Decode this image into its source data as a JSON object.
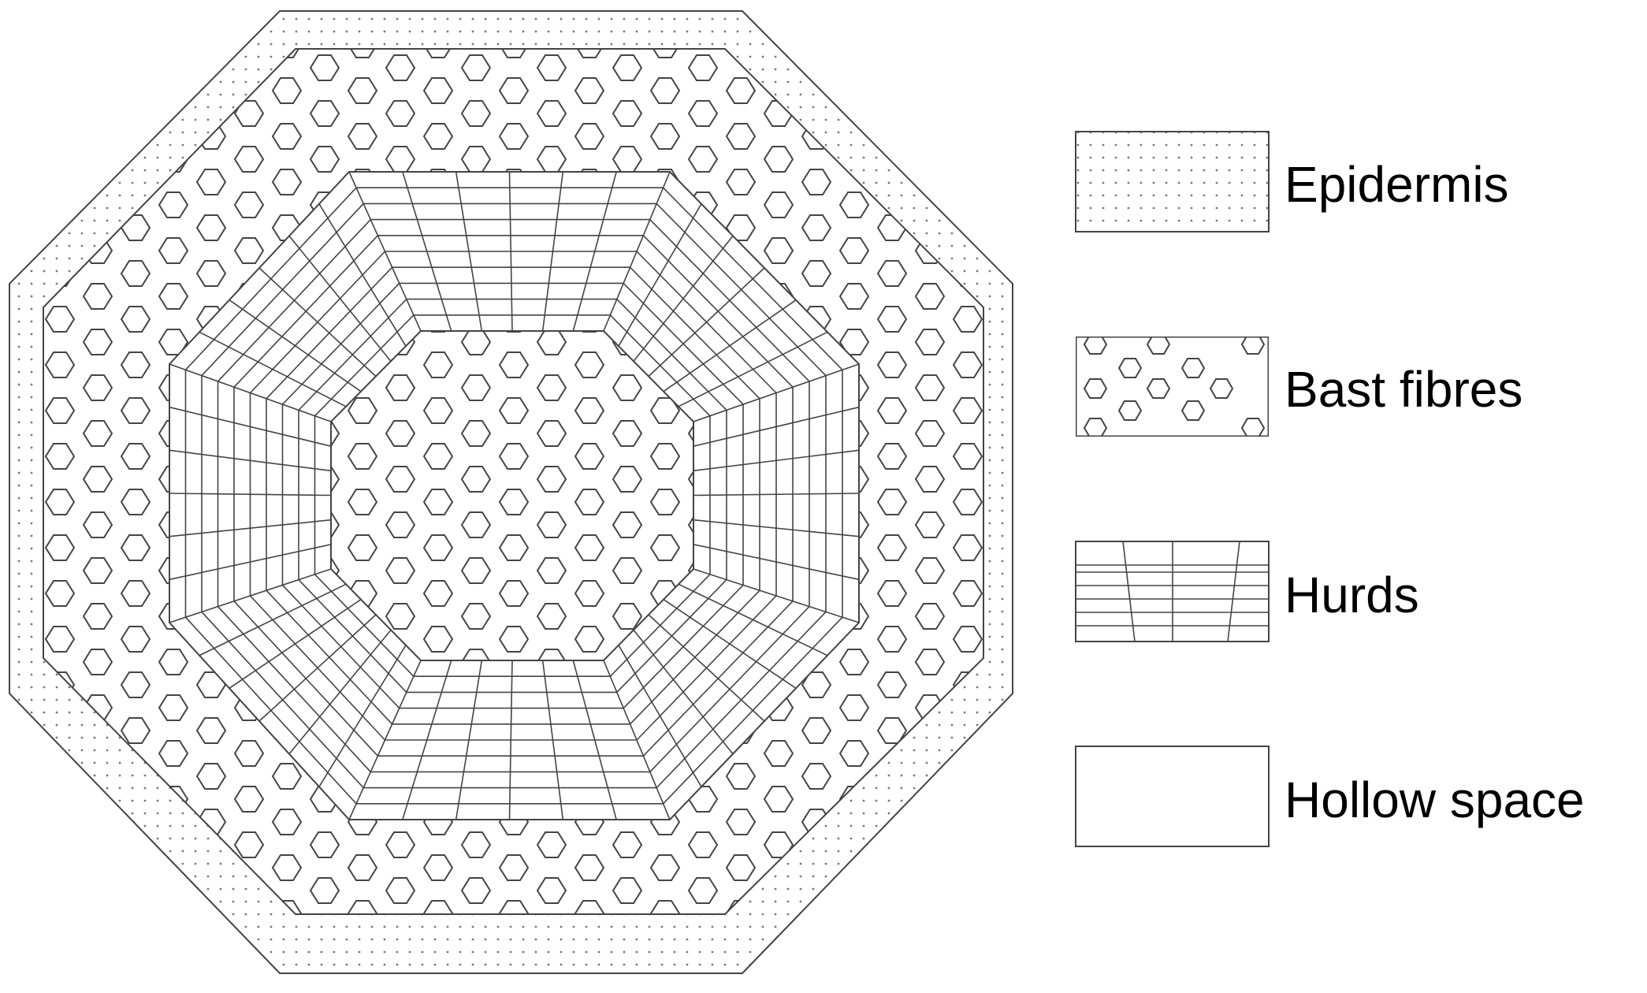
{
  "colors": {
    "line": "#444444",
    "background": "#ffffff",
    "text": "#000000"
  },
  "legend": {
    "items": [
      {
        "id": "epidermis",
        "label": "Epidermis",
        "pattern": "dots"
      },
      {
        "id": "bast",
        "label": "Bast fibres",
        "pattern": "hexagons"
      },
      {
        "id": "hurds",
        "label": "Hurds",
        "pattern": "grid"
      },
      {
        "id": "hollow",
        "label": "Hollow space",
        "pattern": "empty"
      }
    ]
  }
}
